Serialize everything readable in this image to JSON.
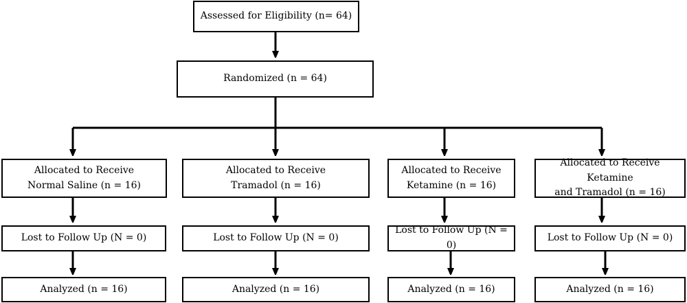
{
  "flow": {
    "assessed": "Assessed for Eligibility (n= 64)",
    "randomized": "Randomized (n = 64)",
    "arms": [
      {
        "allocated_line1": "Allocated to Receive",
        "allocated_line2": "Normal Saline (n = 16)",
        "lost": "Lost to Follow Up (N = 0)",
        "analyzed": "Analyzed (n = 16)"
      },
      {
        "allocated_line1": "Allocated to Receive",
        "allocated_line2": "Tramadol (n = 16)",
        "lost": "Lost to Follow Up (N = 0)",
        "analyzed": "Analyzed (n = 16)"
      },
      {
        "allocated_line1": "Allocated to Receive",
        "allocated_line2": "Ketamine (n = 16)",
        "lost": "Lost to Follow Up (N = 0)",
        "analyzed": "Analyzed (n = 16)"
      },
      {
        "allocated_line1": "Allocated to Receive Ketamine",
        "allocated_line2": "and Tramadol (n = 16)",
        "lost": "Lost to Follow Up (N = 0)",
        "analyzed": "Analyzed (n = 16)"
      }
    ]
  }
}
